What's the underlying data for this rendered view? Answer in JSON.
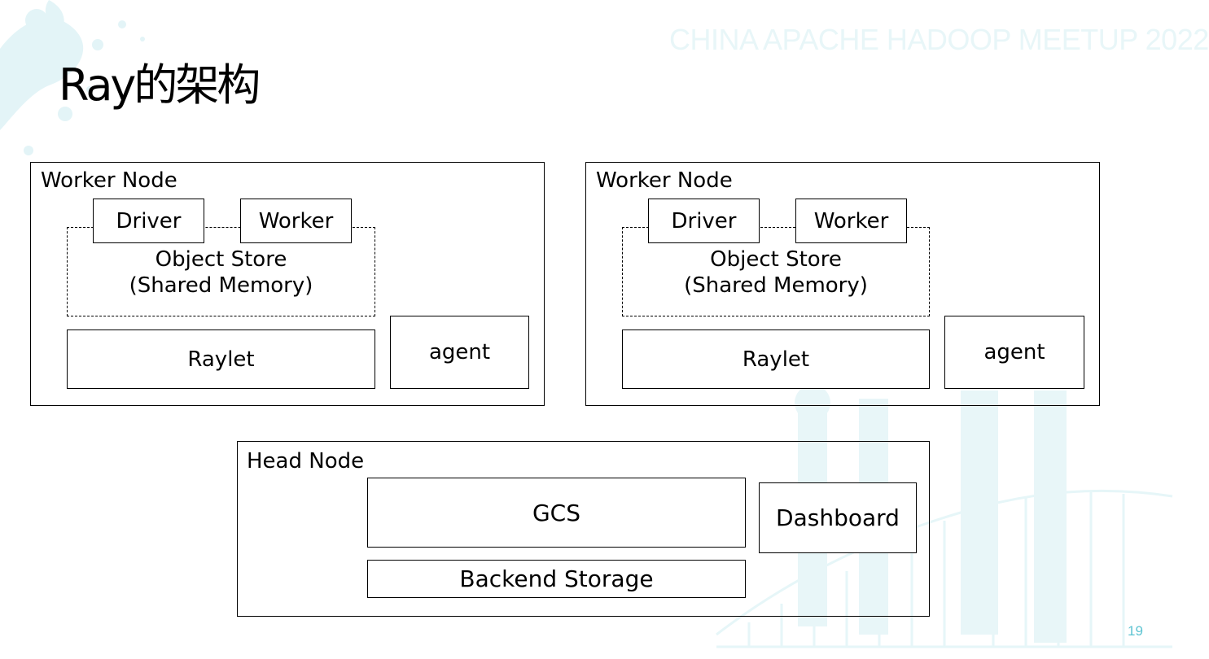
{
  "slide": {
    "title": "Ray的架构",
    "watermark": "CHINA APACHE HADOOP MEETUP 2022",
    "page_number": "19"
  },
  "worker_nodes": [
    {
      "label": "Worker Node",
      "driver": "Driver",
      "worker": "Worker",
      "object_store_line1": "Object Store",
      "object_store_line2": "(Shared Memory)",
      "raylet": "Raylet",
      "agent": "agent"
    },
    {
      "label": "Worker Node",
      "driver": "Driver",
      "worker": "Worker",
      "object_store_line1": "Object Store",
      "object_store_line2": "(Shared Memory)",
      "raylet": "Raylet",
      "agent": "agent"
    }
  ],
  "head_node": {
    "label": "Head Node",
    "gcs": "GCS",
    "dashboard": "Dashboard",
    "backend_storage": "Backend Storage"
  },
  "colors": {
    "watermark": "#e8f6f8",
    "page_number": "#5ec4d2",
    "decoration": "#d9f1f4"
  }
}
